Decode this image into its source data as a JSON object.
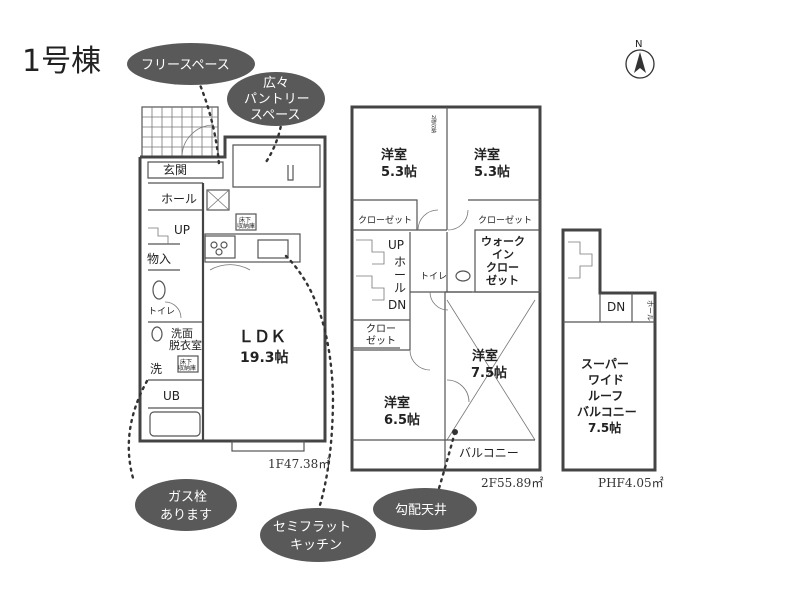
{
  "title": "1号棟",
  "callouts": {
    "free_space": "フリースペース",
    "pantry_1": "広々",
    "pantry_2": "パントリー",
    "pantry_3": "スペース",
    "gas_1": "ガス栓",
    "gas_2": "あります",
    "kitchen_1": "セミフラット",
    "kitchen_2": "キッチン",
    "ceiling": "勾配天井"
  },
  "floor1": {
    "genkan": "玄関",
    "hall": "ホール",
    "up": "UP",
    "storage": "物入",
    "toilet": "トイレ",
    "washroom_1": "洗面",
    "washroom_2": "脱衣室",
    "wash": "洗",
    "ub": "UB",
    "ldk_name": "ＬＤＫ",
    "ldk_size": "19.3帖",
    "underfloor_1": "床下",
    "underfloor_2": "収納庫",
    "area": "1F47.38㎡"
  },
  "floor2": {
    "room_a_name": "洋室",
    "room_a_size": "5.3帖",
    "room_b_name": "洋室",
    "room_b_size": "5.3帖",
    "closet_a": "クローゼット",
    "closet_b": "クローゼット",
    "wic_1": "ウォーク",
    "wic_2": "イン",
    "wic_3": "クロー",
    "wic_4": "ゼット",
    "up": "UP",
    "hall_1": "ホ",
    "hall_2": "ー",
    "hall_3": "ル",
    "dn": "DN",
    "toilet": "トイレ",
    "closet_c_1": "クロー",
    "closet_c_2": "ゼット",
    "room_c_name": "洋室",
    "room_c_size": "7.5帖",
    "room_d_name": "洋室",
    "room_d_size": "6.5帖",
    "balcony": "バルコニー",
    "attic": "2階収納",
    "area": "2F55.89㎡"
  },
  "penthouse": {
    "dn": "DN",
    "hall": "ホール",
    "roof_1": "スーパー",
    "roof_2": "ワイド",
    "roof_3": "ルーフ",
    "roof_4": "バルコニー",
    "roof_size": "7.5帖",
    "area": "PHF4.05㎡"
  },
  "compass_label": "N"
}
